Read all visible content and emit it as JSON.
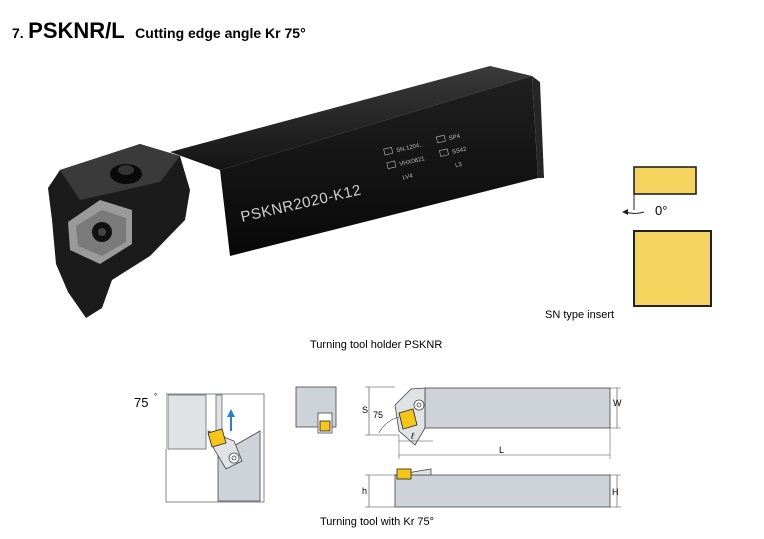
{
  "heading": {
    "number": "7.",
    "model": "PSKNR/L",
    "description": "Cutting edge angle Kr 75°"
  },
  "photo": {
    "engraving": "PSKNR2020-K12",
    "marks": [
      "SN.1204..",
      "SP4",
      "VHX0821",
      "SS42",
      "LV4",
      "L3"
    ],
    "caption": "Turning tool holder PSKNR"
  },
  "insert": {
    "angle_label": "0°",
    "caption": "SN type insert",
    "color": "#f5d35f"
  },
  "drawing": {
    "angle_label": "75",
    "dims": {
      "S": "S",
      "l": "ℓ",
      "L": "L",
      "W": "W",
      "h": "h",
      "H": "H",
      "angle": "75"
    },
    "caption": "Turning tool with Kr 75°"
  }
}
